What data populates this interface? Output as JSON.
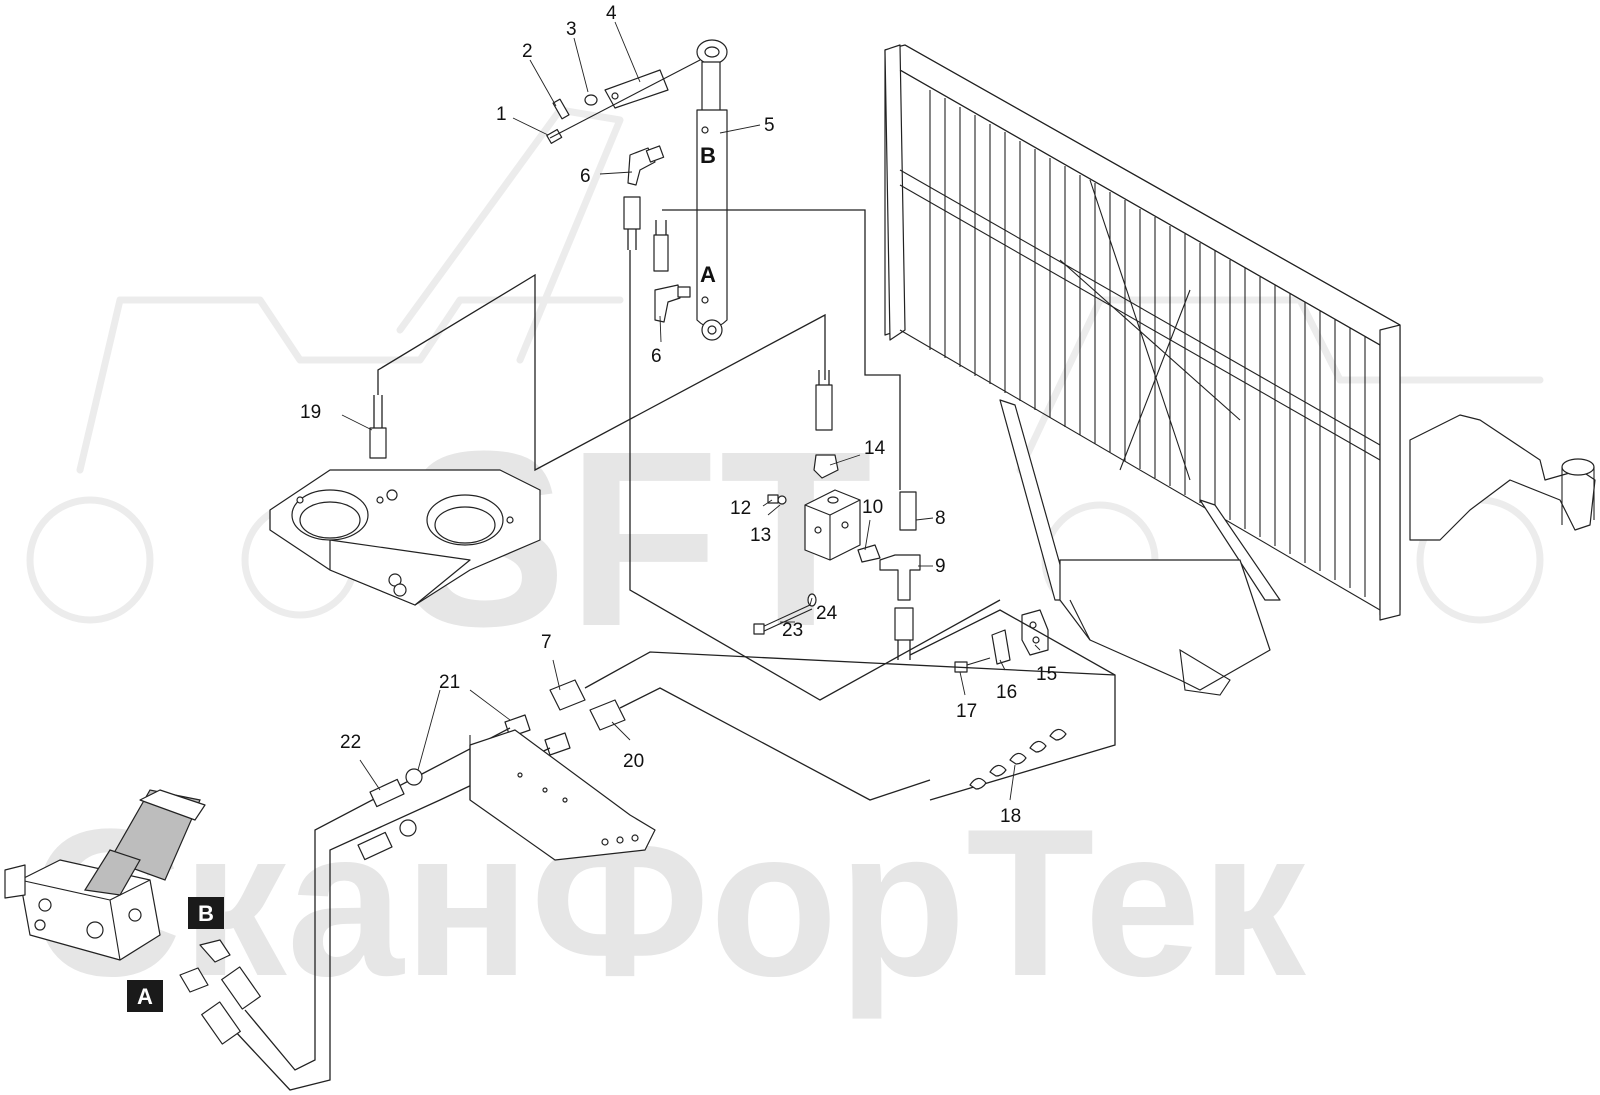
{
  "watermark": {
    "logo_text": "SFT",
    "brand_text": "СканФорТек"
  },
  "callouts": [
    {
      "num": "1"
    },
    {
      "num": "2"
    },
    {
      "num": "3"
    },
    {
      "num": "4"
    },
    {
      "num": "5"
    },
    {
      "num": "6"
    },
    {
      "num": "6"
    },
    {
      "num": "7"
    },
    {
      "num": "8"
    },
    {
      "num": "9"
    },
    {
      "num": "10"
    },
    {
      "num": "12"
    },
    {
      "num": "13"
    },
    {
      "num": "14"
    },
    {
      "num": "15"
    },
    {
      "num": "16"
    },
    {
      "num": "17"
    },
    {
      "num": "18"
    },
    {
      "num": "19"
    },
    {
      "num": "20"
    },
    {
      "num": "21"
    },
    {
      "num": "22"
    },
    {
      "num": "23"
    },
    {
      "num": "24"
    }
  ],
  "port_labels": {
    "cylinder_b": "B",
    "cylinder_a": "A",
    "valve_b": "B",
    "valve_a": "A"
  },
  "colors": {
    "ink": "#222222",
    "watermark": "#e6e6e6",
    "badge": "#1a1a1a"
  }
}
